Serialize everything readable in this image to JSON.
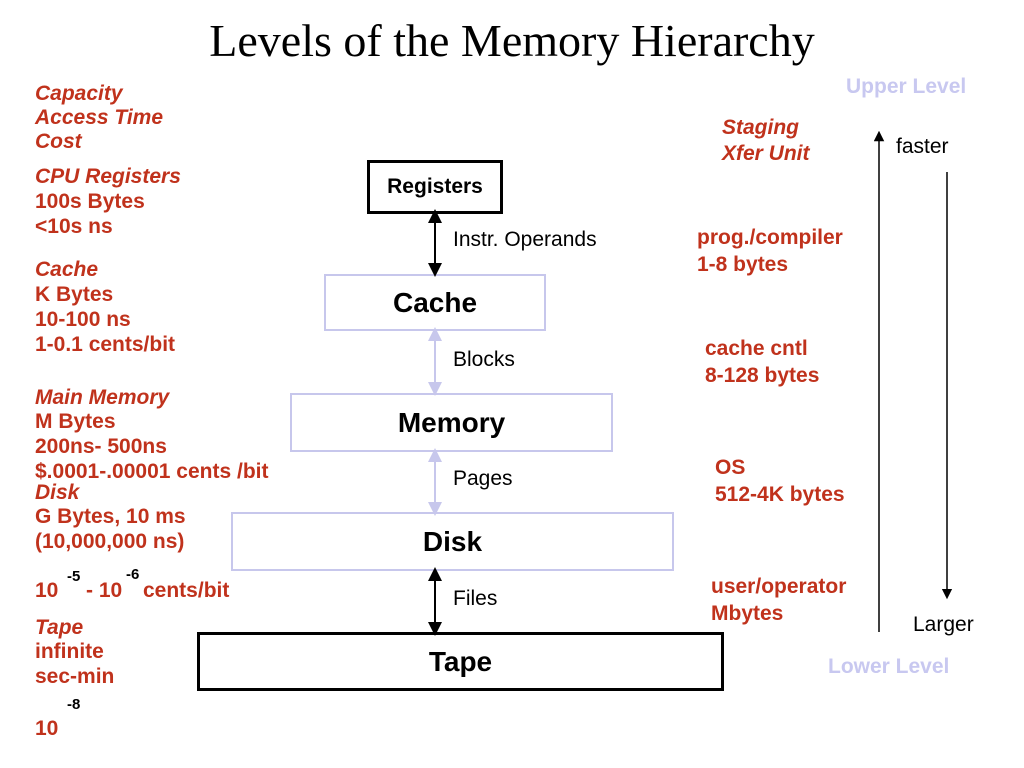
{
  "title": "Levels of the Memory Hierarchy",
  "legend": {
    "capacity": "Capacity",
    "access_time": "Access Time",
    "cost": "Cost"
  },
  "left": {
    "registers": {
      "name": "CPU Registers",
      "capacity": "100s Bytes",
      "access": "<10s ns"
    },
    "cache": {
      "name": "Cache",
      "capacity": "K Bytes",
      "access": "10-100 ns",
      "cost": "1-0.1 cents/bit"
    },
    "memory": {
      "name": "Main Memory",
      "capacity": "M Bytes",
      "access": "200ns- 500ns",
      "cost": "$.0001-.00001 cents /bit"
    },
    "disk": {
      "name": "Disk",
      "capacity": "G Bytes, 10 ms",
      "access": "(10,000,000 ns)",
      "cost_base1": "10",
      "cost_exp1": "-5",
      "cost_sep": "- 10",
      "cost_exp2": "-6",
      "cost_unit": "cents/bit"
    },
    "tape": {
      "name": "Tape",
      "capacity": "infinite",
      "access": "sec-min",
      "cost_base": "10",
      "cost_exp": "-8"
    }
  },
  "levels": {
    "registers": "Registers",
    "cache": "Cache",
    "memory": "Memory",
    "disk": "Disk",
    "tape": "Tape"
  },
  "transfers": {
    "instr": "Instr. Operands",
    "blocks": "Blocks",
    "pages": "Pages",
    "files": "Files"
  },
  "staging": {
    "header1": "Staging",
    "header2": "Xfer Unit",
    "regs_1": "prog./compiler",
    "regs_2": "1-8 bytes",
    "cache_1": "cache cntl",
    "cache_2": "8-128 bytes",
    "mem_1": "OS",
    "mem_2": "512-4K bytes",
    "disk_1": "user/operator",
    "disk_2": "Mbytes"
  },
  "axis": {
    "upper": "Upper Level",
    "lower": "Lower Level",
    "faster": "faster",
    "larger": "Larger"
  },
  "colors": {
    "accent_red": "#c0321c",
    "lavender": "#c7c7ec",
    "level_label": "#c8c8f0"
  }
}
